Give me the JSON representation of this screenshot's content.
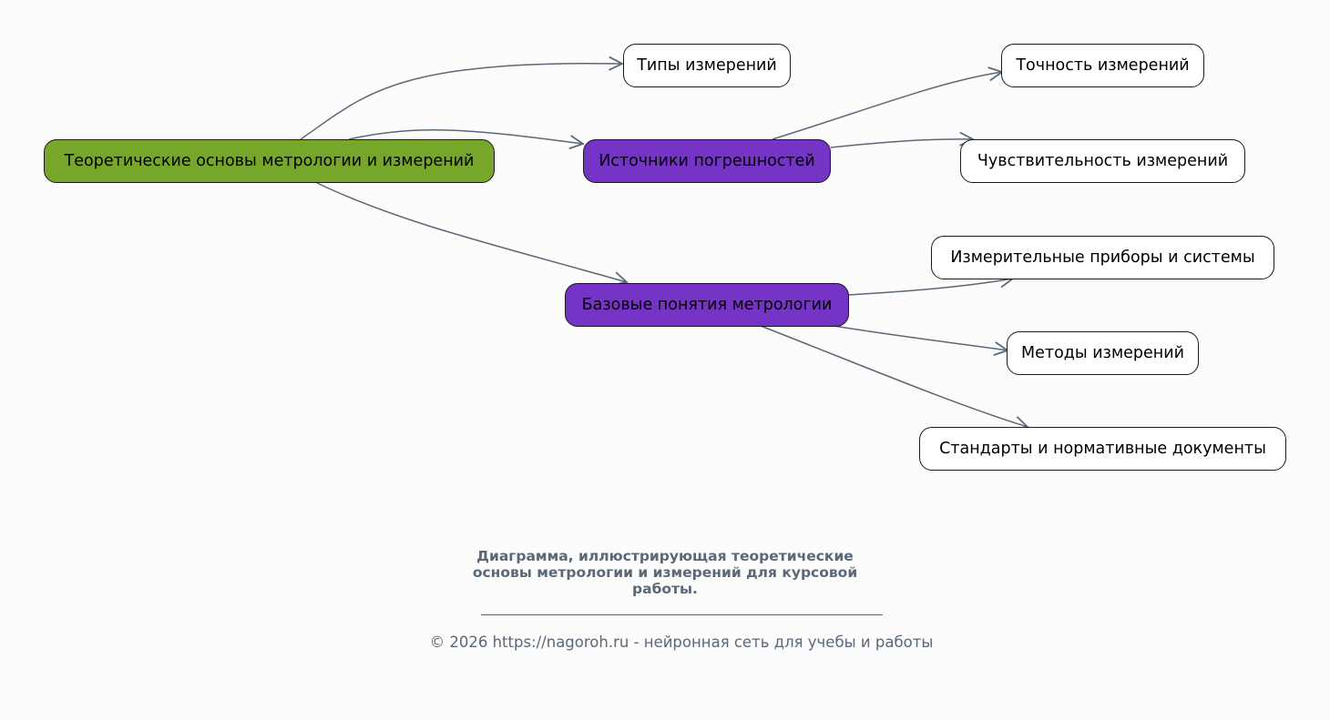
{
  "diagram": {
    "type": "mind-map",
    "edge_color": "#5a6878",
    "nodes": {
      "root": {
        "label": "Теоретические основы метрологии и измерений",
        "color": "#76a72a"
      },
      "types": {
        "label": "Типы измерений",
        "color": "#ffffff"
      },
      "sources": {
        "label": "Источники погрешностей",
        "color": "#7634c6"
      },
      "basics": {
        "label": "Базовые понятия метрологии",
        "color": "#7634c6"
      },
      "accuracy": {
        "label": "Точность измерений",
        "color": "#ffffff"
      },
      "sensitivity": {
        "label": "Чувствительность измерений",
        "color": "#ffffff"
      },
      "instruments": {
        "label": "Измерительные приборы и системы",
        "color": "#ffffff"
      },
      "methods": {
        "label": "Методы измерений",
        "color": "#ffffff"
      },
      "standards": {
        "label": "Стандарты и нормативные документы",
        "color": "#ffffff"
      }
    },
    "edges": [
      {
        "from": "root",
        "to": "types"
      },
      {
        "from": "root",
        "to": "sources"
      },
      {
        "from": "root",
        "to": "basics"
      },
      {
        "from": "sources",
        "to": "accuracy"
      },
      {
        "from": "sources",
        "to": "sensitivity"
      },
      {
        "from": "basics",
        "to": "instruments"
      },
      {
        "from": "basics",
        "to": "methods"
      },
      {
        "from": "basics",
        "to": "standards"
      }
    ]
  },
  "caption": "Диаграмма, иллюстрирующая теоретические основы метрологии и измерений для курсовой работы.",
  "footer": "© 2026 https://nagoroh.ru - нейронная сеть для учебы и работы"
}
